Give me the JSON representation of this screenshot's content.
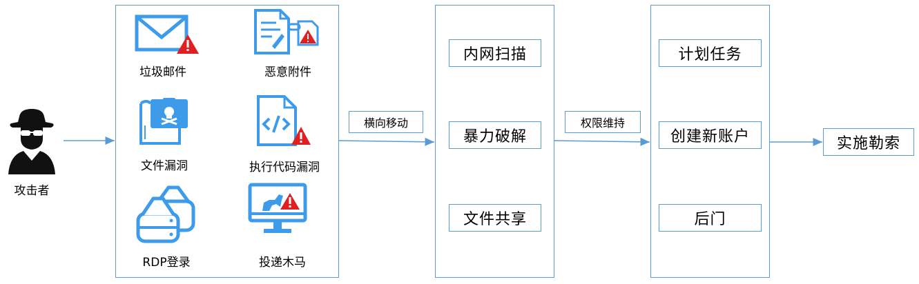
{
  "attacker": {
    "label": "攻击者",
    "icon": "attacker-icon"
  },
  "entry_vectors": [
    {
      "label": "垃圾邮件",
      "icon": "mail-icon"
    },
    {
      "label": "恶意附件",
      "icon": "malicious-attachment-icon"
    },
    {
      "label": "文件漏洞",
      "icon": "file-vulnerability-icon"
    },
    {
      "label": "执行代码漏洞",
      "icon": "code-file-icon"
    },
    {
      "label": "RDP登录",
      "icon": "rdp-server-icon"
    },
    {
      "label": "投递木马",
      "icon": "trojan-monitor-icon"
    }
  ],
  "arrow_labels": {
    "lateral": "横向移动",
    "persistence": "权限维持"
  },
  "lateral_steps": [
    "内网扫描",
    "暴力破解",
    "文件共享"
  ],
  "persistence_steps": [
    "计划任务",
    "创建新账户",
    "后门"
  ],
  "final": "实施勒索",
  "colors": {
    "line": "#5b9bd5",
    "icon_blue": "#3d9be9",
    "warning_red": "#e02020"
  }
}
